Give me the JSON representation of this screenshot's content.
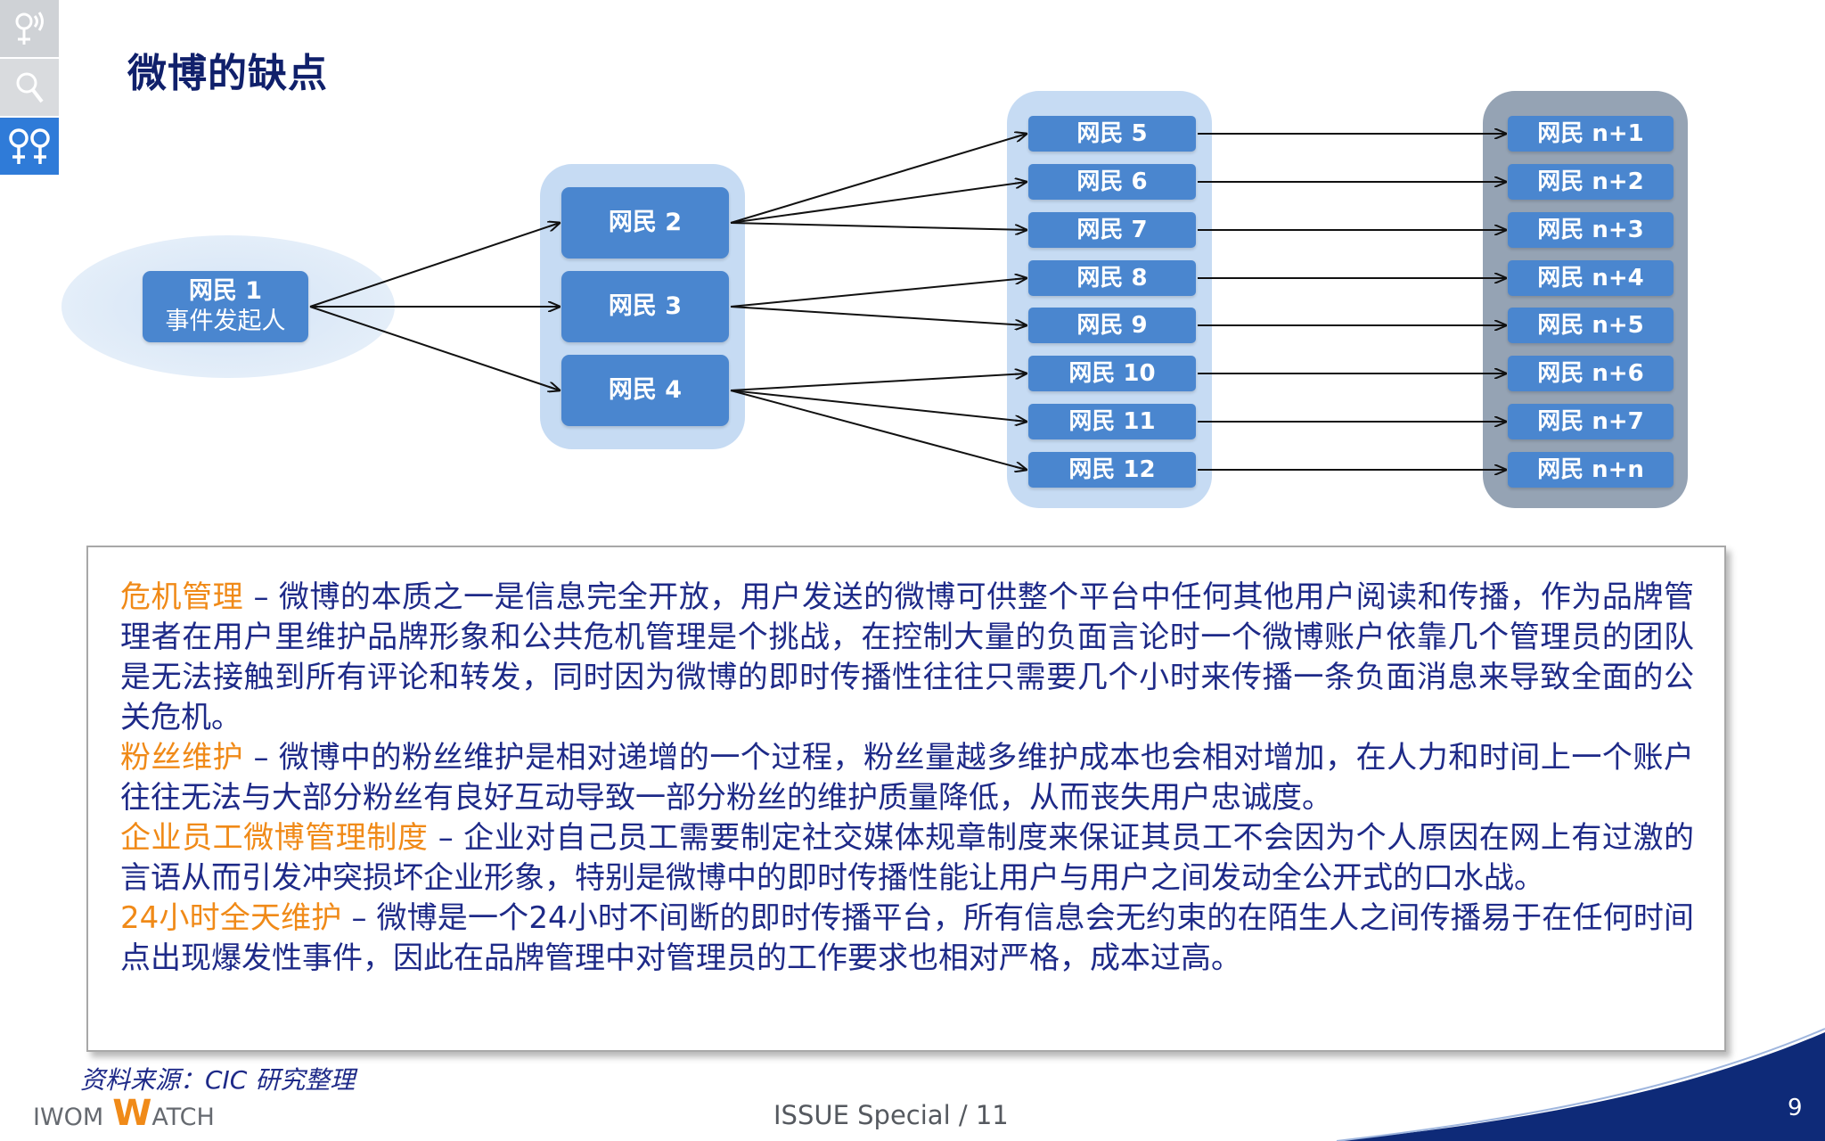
{
  "slide": {
    "title": "微博的缺点",
    "source": "资料来源：CIC 研究整理",
    "footer_logo_left": "IWOM",
    "footer_logo_w": "W",
    "footer_logo_right": "ATCH",
    "issue": "ISSUE  Special / 11",
    "page_number": "9"
  },
  "side_icons": [
    "broadcast-person-icon",
    "search-person-icon",
    "two-people-icon"
  ],
  "diagram": {
    "initiator": {
      "line1": "网民 1",
      "line2": "事件发起人"
    },
    "tier2": [
      "网民 2",
      "网民 3",
      "网民 4"
    ],
    "tier3": [
      "网民 5",
      "网民 6",
      "网民 7",
      "网民 8",
      "网民 9",
      "网民 10",
      "网民 11",
      "网民 12"
    ],
    "tier4": [
      "网民 n+1",
      "网民 n+2",
      "网民 n+3",
      "网民 n+4",
      "网民 n+5",
      "网民 n+6",
      "网民 n+7",
      "网民 n+n"
    ]
  },
  "paragraphs": [
    {
      "keyword": "危机管理",
      "text": " – 微博的本质之一是信息完全开放，用户发送的微博可供整个平台中任何其他用户阅读和传播，作为品牌管理者在用户里维护品牌形象和公共危机管理是个挑战，在控制大量的负面言论时一个微博账户依靠几个管理员的团队是无法接触到所有评论和转发，同时因为微博的即时传播性往往只需要几个小时来传播一条负面消息来导致全面的公关危机。"
    },
    {
      "keyword": "粉丝维护",
      "text": " – 微博中的粉丝维护是相对递增的一个过程，粉丝量越多维护成本也会相对增加，在人力和时间上一个账户往往无法与大部分粉丝有良好互动导致一部分粉丝的维护质量降低，从而丧失用户忠诚度。"
    },
    {
      "keyword": "企业员工微博管理制度",
      "text": " –  企业对自己员工需要制定社交媒体规章制度来保证其员工不会因为个人原因在网上有过激的言语从而引发冲突损坏企业形象，特别是微博中的即时传播性能让用户与用户之间发动全公开式的口水战。"
    },
    {
      "keyword": "24小时全天维护",
      "text": " – 微博是一个24小时不间断的即时传播平台，所有信息会无约束的在陌生人之间传播易于在任何时间点出现爆发性事件，因此在品牌管理中对管理员的工作要求也相对严格，成本过高。"
    }
  ],
  "colors": {
    "title": "#10206b",
    "body_text": "#1e2a88",
    "keyword": "#f08a18",
    "node": "#4a86cf",
    "group_light": "#c6dbf3",
    "group_gray": "#95a3b4"
  }
}
